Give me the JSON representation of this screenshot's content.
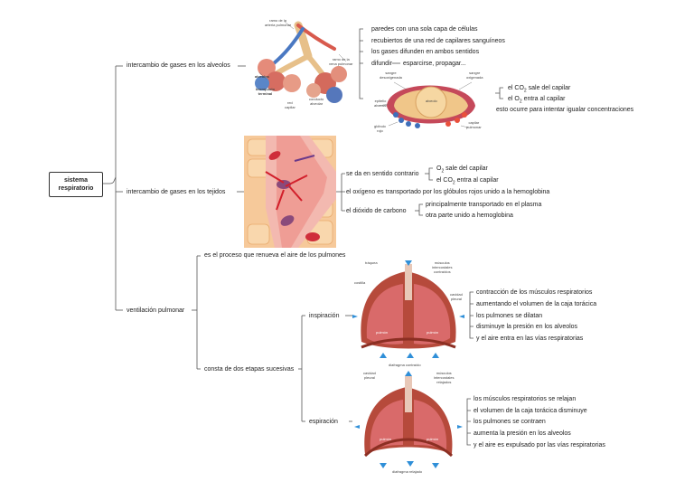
{
  "root": {
    "line1": "sistema",
    "line2": "respiratorio"
  },
  "branch1": {
    "label": "intercambio de gases en los alveolos",
    "items": [
      "paredes con una sola capa de células",
      "recubiertos de una red de capilares sanguíneos",
      "los gases difunden en ambos sentidos",
      "difundir",
      "esparcirse, propagar..."
    ],
    "co2_pre": "el CO",
    "co2_sub": "2",
    "co2_post": " sale del capilar",
    "o2_pre": "el O",
    "o2_sub": "2",
    "o2_post": " entra al capilar",
    "equalize": "esto ocurre para intentar igualar concentraciones",
    "img1_labels": {
      "rama": "ramo de la\narteria pulmonar",
      "alveolos": "alveolos",
      "rama_vena": "ramo de la\nvena pulmonar",
      "bronquiolo": "bronquiolo\nterminal",
      "red": "red\ncapilar",
      "conducto": "conducto\nalveolar"
    },
    "img2_labels": {
      "oxigenada": "sangre\noxigenada",
      "desoxigenada": "sangre\ndesoxigenada",
      "alveolo": "alveolo",
      "epitelio": "epitelio\nalveolar",
      "globulo": "glóbulo\nrojo",
      "capilar": "capilar\npulmonar"
    }
  },
  "branch2": {
    "label": "intercambio de gases en los tejidos",
    "opposite": "se da en sentido contrario",
    "o2_pre": "O",
    "o2_sub": "2",
    "o2_post": " sale del capilar",
    "co2_pre": "el CO",
    "co2_sub": "2",
    "co2_post": " entra al capilar",
    "oxygen": "el oxígeno es transportado por los glóbulos rojos unido a la hemoglobina",
    "co2_transport": "el dióxido de carbono",
    "co2_items": [
      "principalmente transportado en el plasma",
      "otra parte unido a hemoglobina"
    ]
  },
  "branch3": {
    "label": "ventilación pulmonar",
    "renews": "es el proceso que renueva el aire de los pulmones",
    "two_stages": "consta de dos etapas sucesivas",
    "inspiration": {
      "label": "inspiración",
      "items": [
        "contracción de los músculos respiratorios",
        "aumentando el volumen de la caja torácica",
        "los pulmones se dilatan",
        "disminuye la presión en los alveolos",
        "y el aire entra en las vías respiratorias"
      ],
      "img_labels": {
        "traquea": "tráquea",
        "musculos": "músculos\nintercostales\ncontraídos",
        "costilla": "costilla",
        "cavidad": "cavidad\npleural",
        "pulmon_l": "pulmón",
        "pulmon_r": "pulmón",
        "diafragma": "diafragma contraído"
      }
    },
    "expiration": {
      "label": "espiración",
      "items": [
        "los músculos respiratorios se relajan",
        "el volumen de la caja torácica disminuye",
        "los pulmones se contraen",
        "aumenta la presión en los alveolos",
        "y el aire es expulsado por las vías respiratorias"
      ],
      "img_labels": {
        "cavidad": "cavidad\npleural",
        "musculos": "músculos\nintercostales\nrelajados",
        "pulmon_l": "pulmón",
        "pulmon_r": "pulmón",
        "diafragma": "diafragma relajado"
      }
    }
  },
  "colors": {
    "line": "#555555",
    "lung": "#c0504d",
    "blood": "#e8a9a0",
    "arrow": "#2f8fd8",
    "cell": "#f4c58a"
  }
}
